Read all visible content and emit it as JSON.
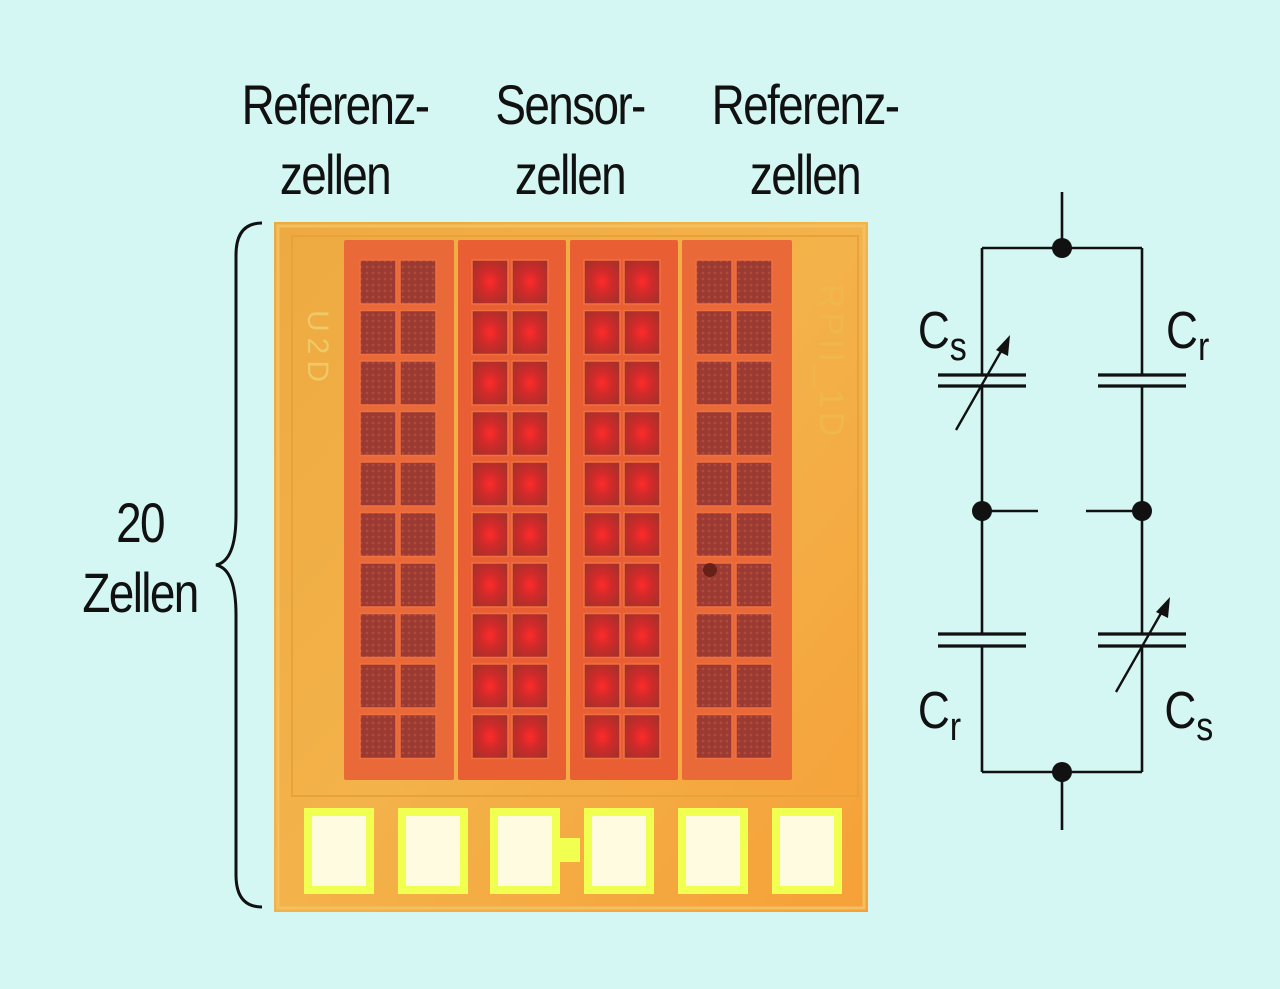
{
  "column_labels": [
    {
      "line1": "Referenz-",
      "line2": "zellen"
    },
    {
      "line1": "Sensor-",
      "line2": "zellen"
    },
    {
      "line1": "Referenz-",
      "line2": "zellen"
    }
  ],
  "cell_count_label": {
    "line1": "20",
    "line2": "Zellen"
  },
  "chip_marks": {
    "left": "U2D",
    "right": "RPII_1D"
  },
  "circuit": {
    "top_left": {
      "main": "C",
      "sub": "s"
    },
    "top_right": {
      "main": "C",
      "sub": "r"
    },
    "bottom_left": {
      "main": "C",
      "sub": "r"
    },
    "bottom_right": {
      "main": "C",
      "sub": "s"
    }
  }
}
